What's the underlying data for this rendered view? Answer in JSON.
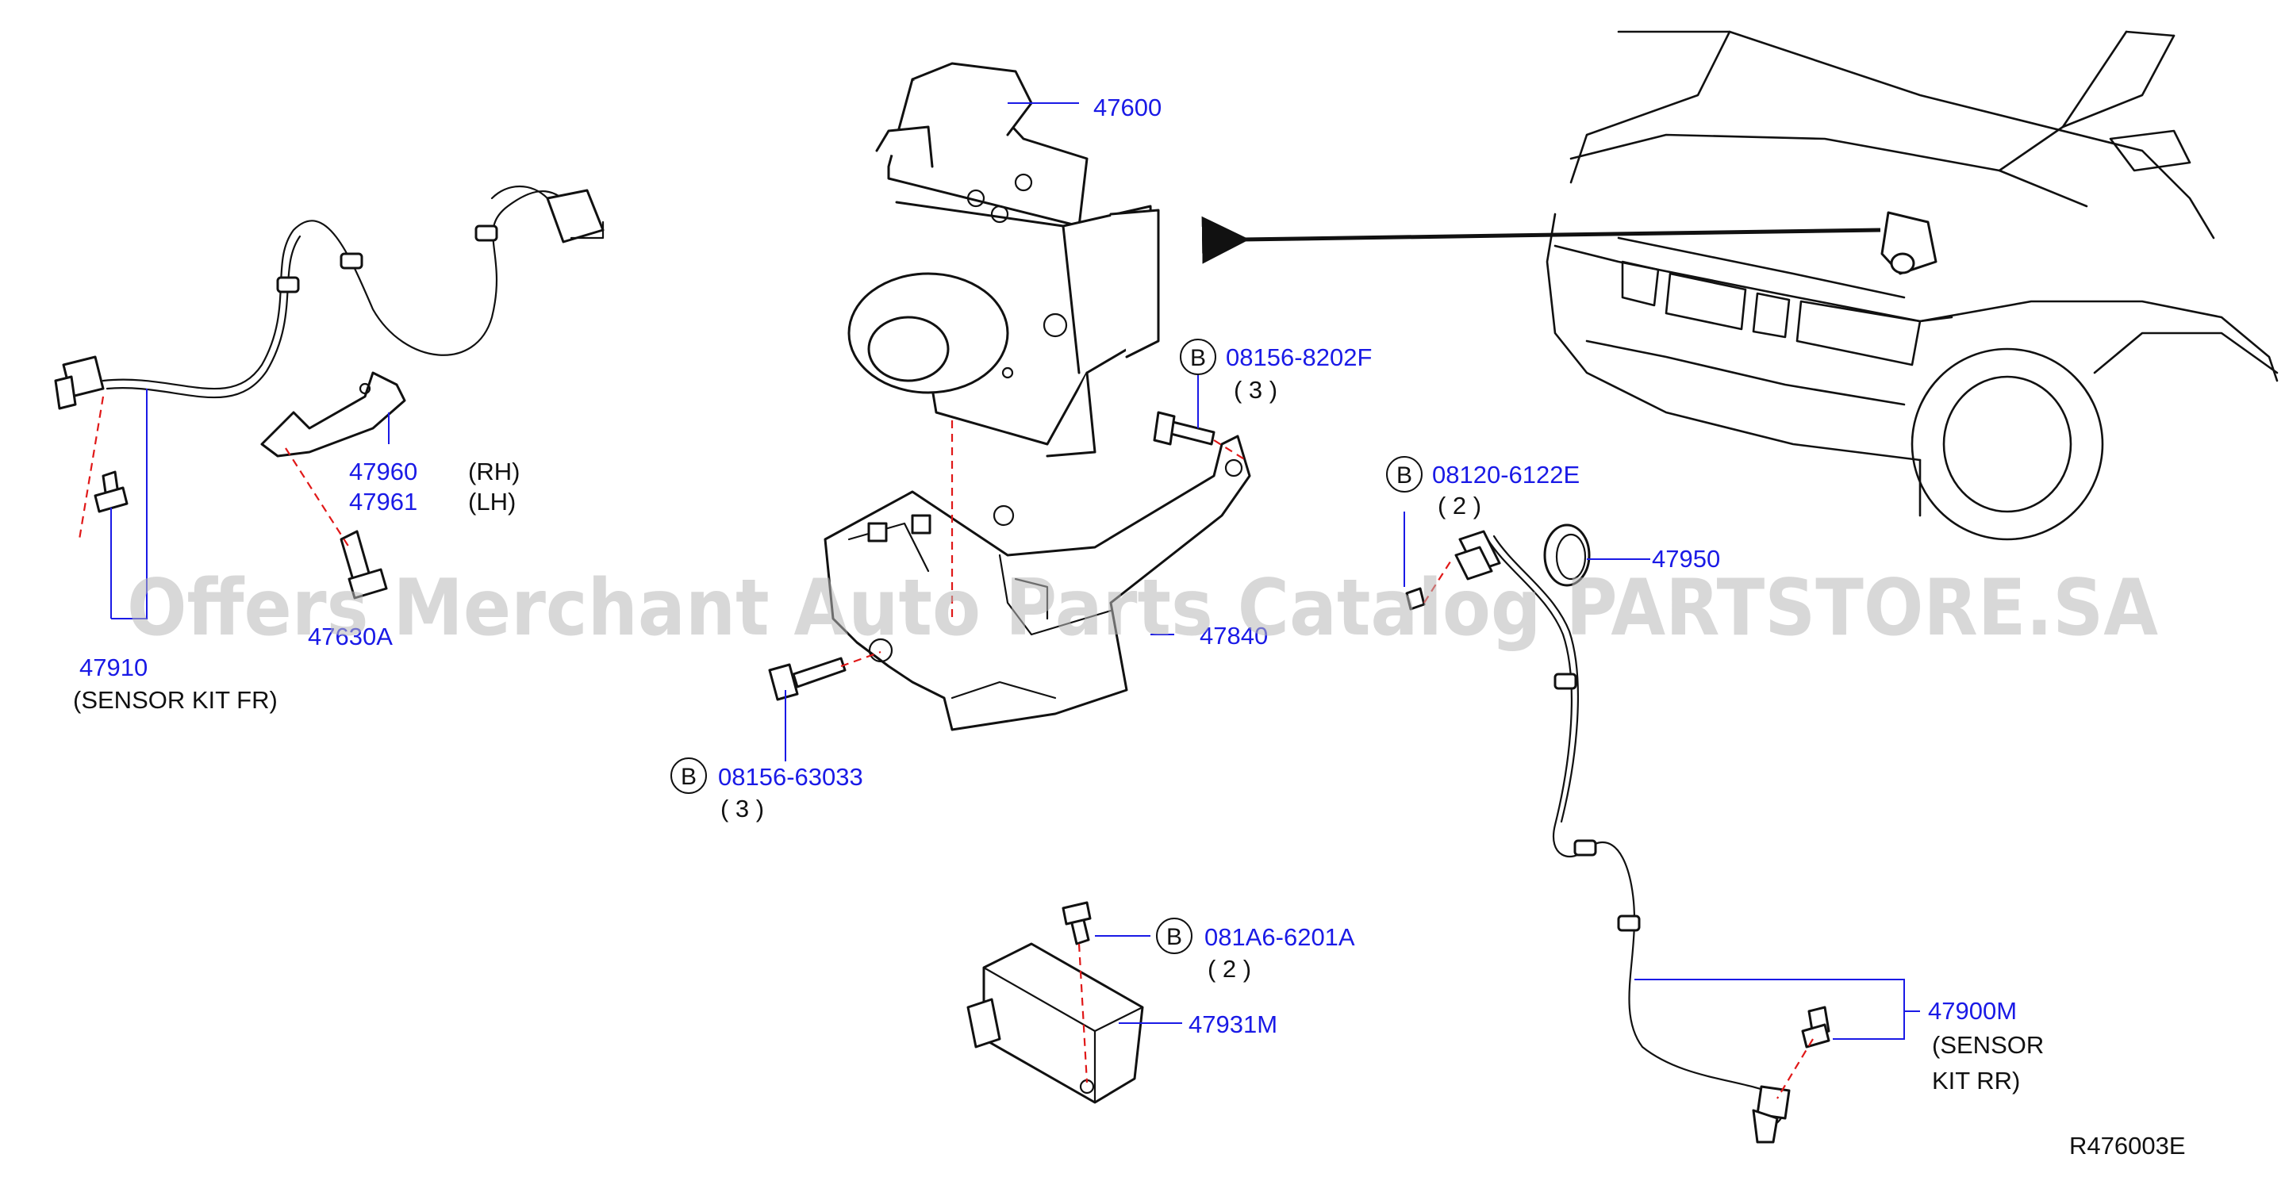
{
  "watermark": "Offers Merchant Auto Parts Catalog PARTSTORE.SA",
  "reference": "R476003E",
  "bolt_marker": "B",
  "labels": {
    "p47600": "47600",
    "p08156_8202F": "08156-8202F",
    "p08156_8202F_qty": "( 3 )",
    "p08120_6122E": "08120-6122E",
    "p08120_6122E_qty": "( 2 )",
    "p47950": "47950",
    "p47840": "47840",
    "p47960": "47960",
    "p47960_side": "(RH)",
    "p47961": "47961",
    "p47961_side": "(LH)",
    "p47630A": "47630A",
    "p47910": "47910",
    "p47910_desc": "(SENSOR KIT FR)",
    "p08156_63033": "08156-63033",
    "p08156_63033_qty": "( 3 )",
    "p081A6_6201A": "081A6-6201A",
    "p081A6_6201A_qty": "( 2 )",
    "p47931M": "47931M",
    "p47900M": "47900M",
    "p47900M_desc1": "(SENSOR",
    "p47900M_desc2": "KIT RR)"
  },
  "colors": {
    "part_number": "#1a1ae6",
    "text": "#111111",
    "fastener_line": "#e01818",
    "watermark": "#b9b9b9"
  }
}
